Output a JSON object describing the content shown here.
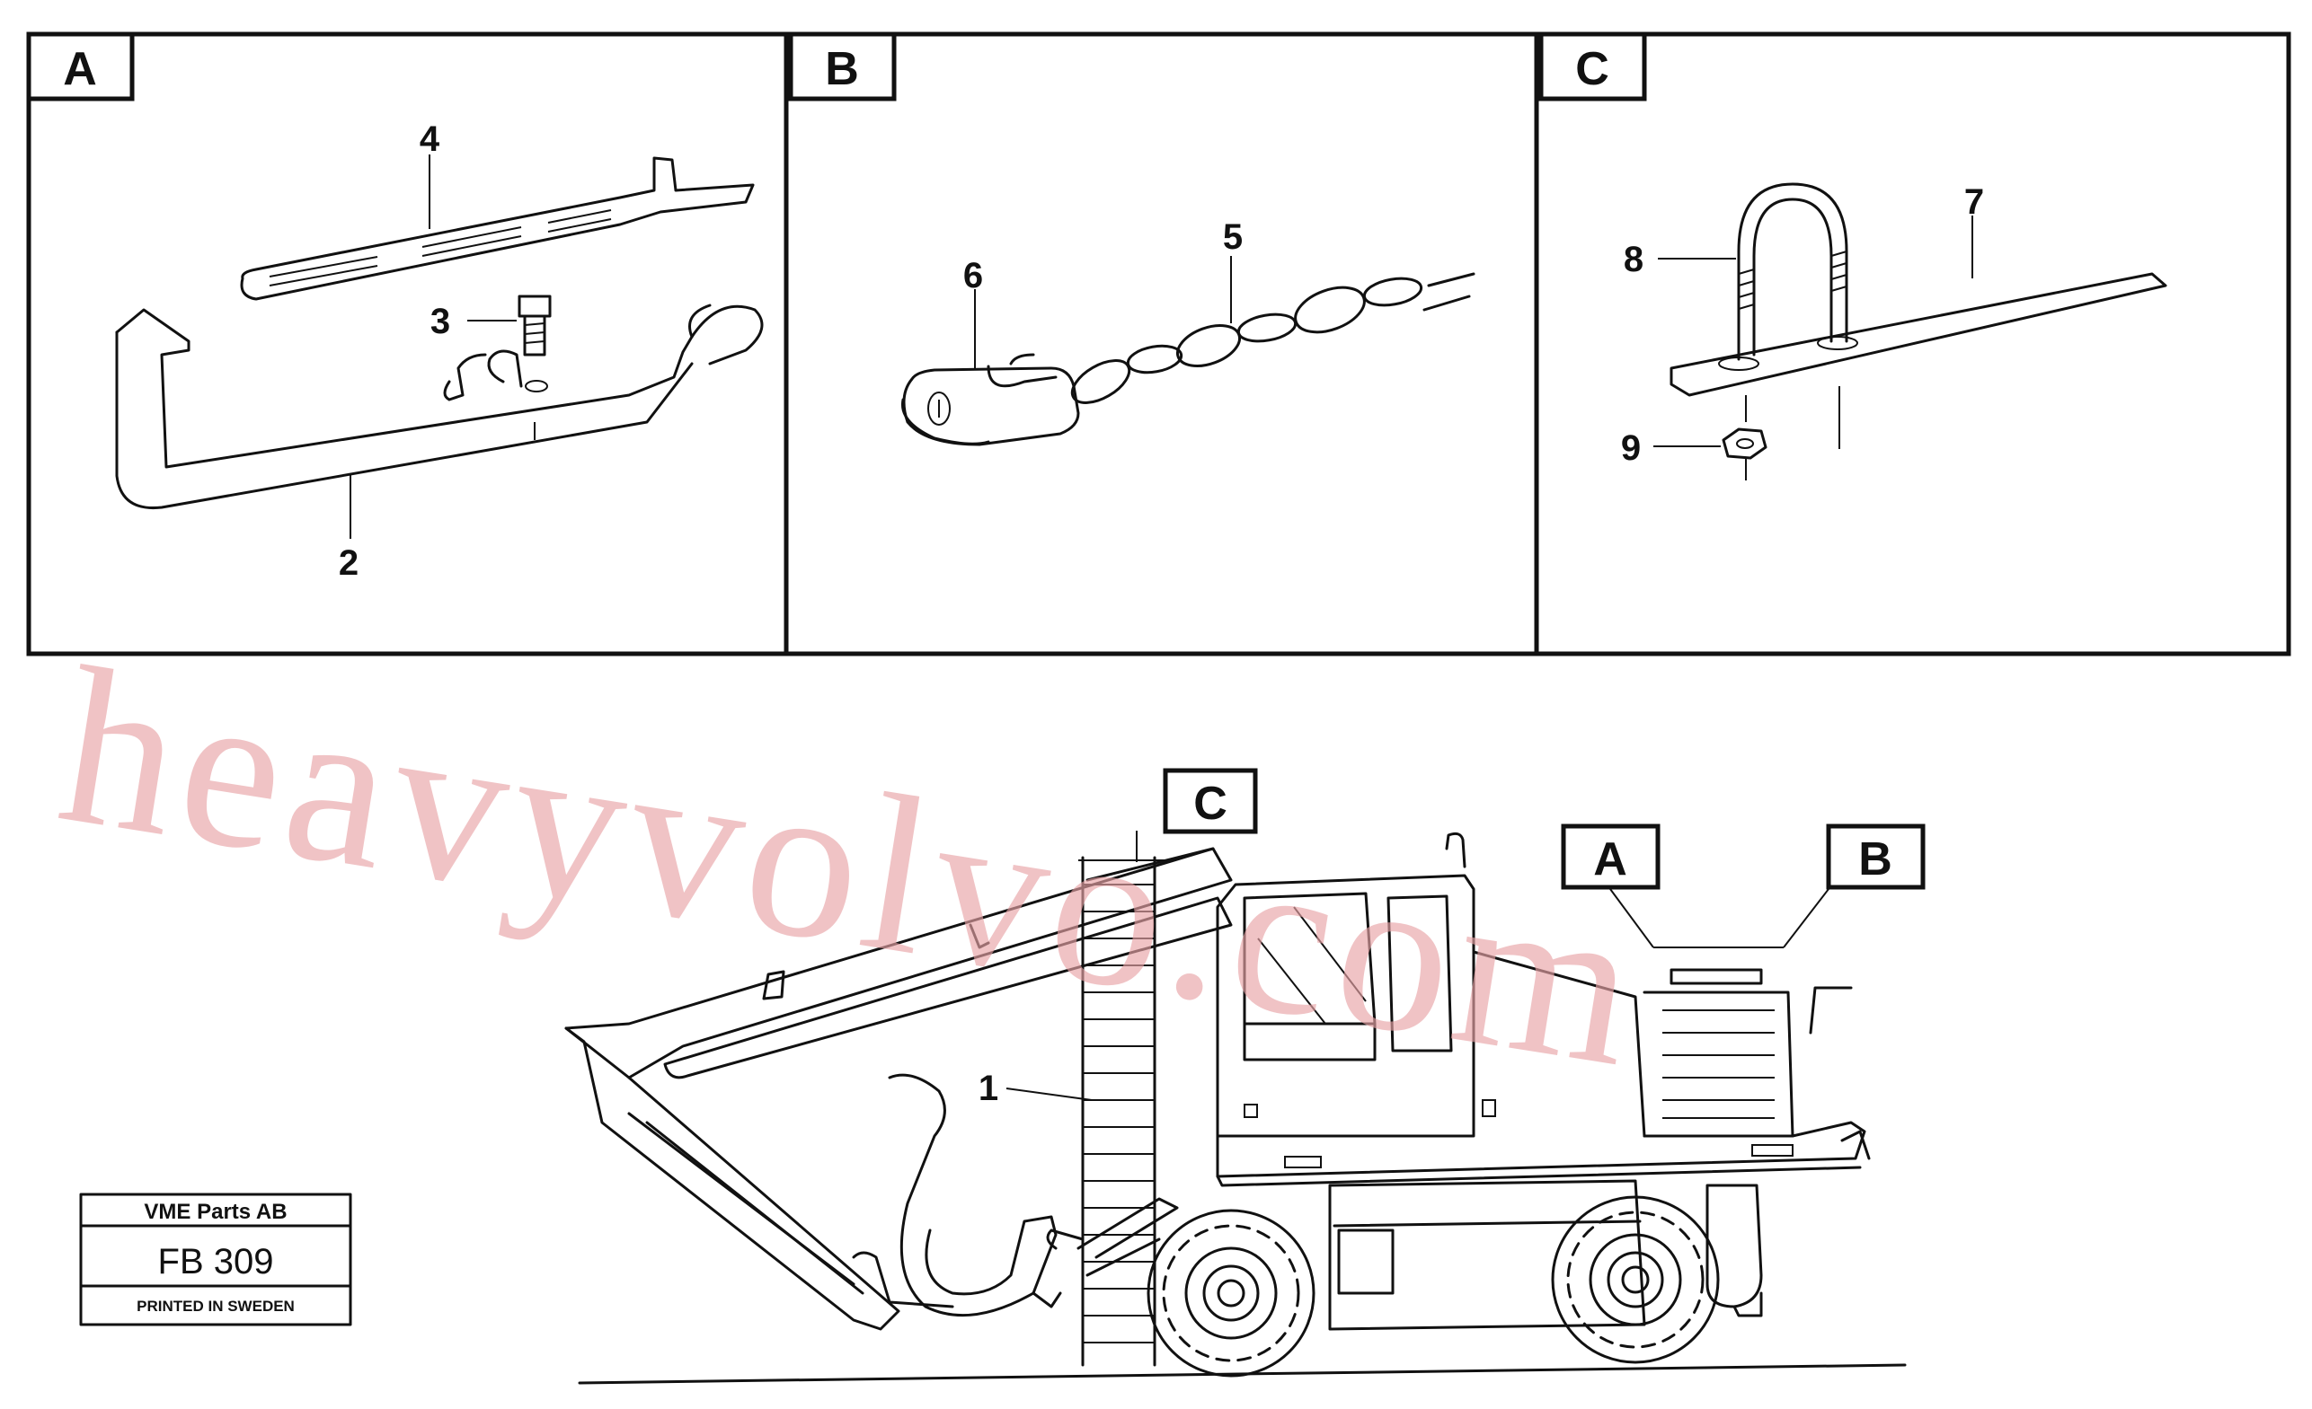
{
  "panels": [
    {
      "label": "A"
    },
    {
      "label": "B"
    },
    {
      "label": "C"
    }
  ],
  "callouts": {
    "c1": "1",
    "c2": "2",
    "c3": "3",
    "c4": "4",
    "c5": "5",
    "c6": "6",
    "c7": "7",
    "c8": "8",
    "c9": "9"
  },
  "machine_labels": {
    "c_tag": "C",
    "a_tag": "A",
    "b_tag": "B"
  },
  "stamp": {
    "company": "VME Parts AB",
    "code": "FB 309",
    "printed": "PRINTED IN SWEDEN"
  },
  "watermark": "heavyvolvo.com"
}
